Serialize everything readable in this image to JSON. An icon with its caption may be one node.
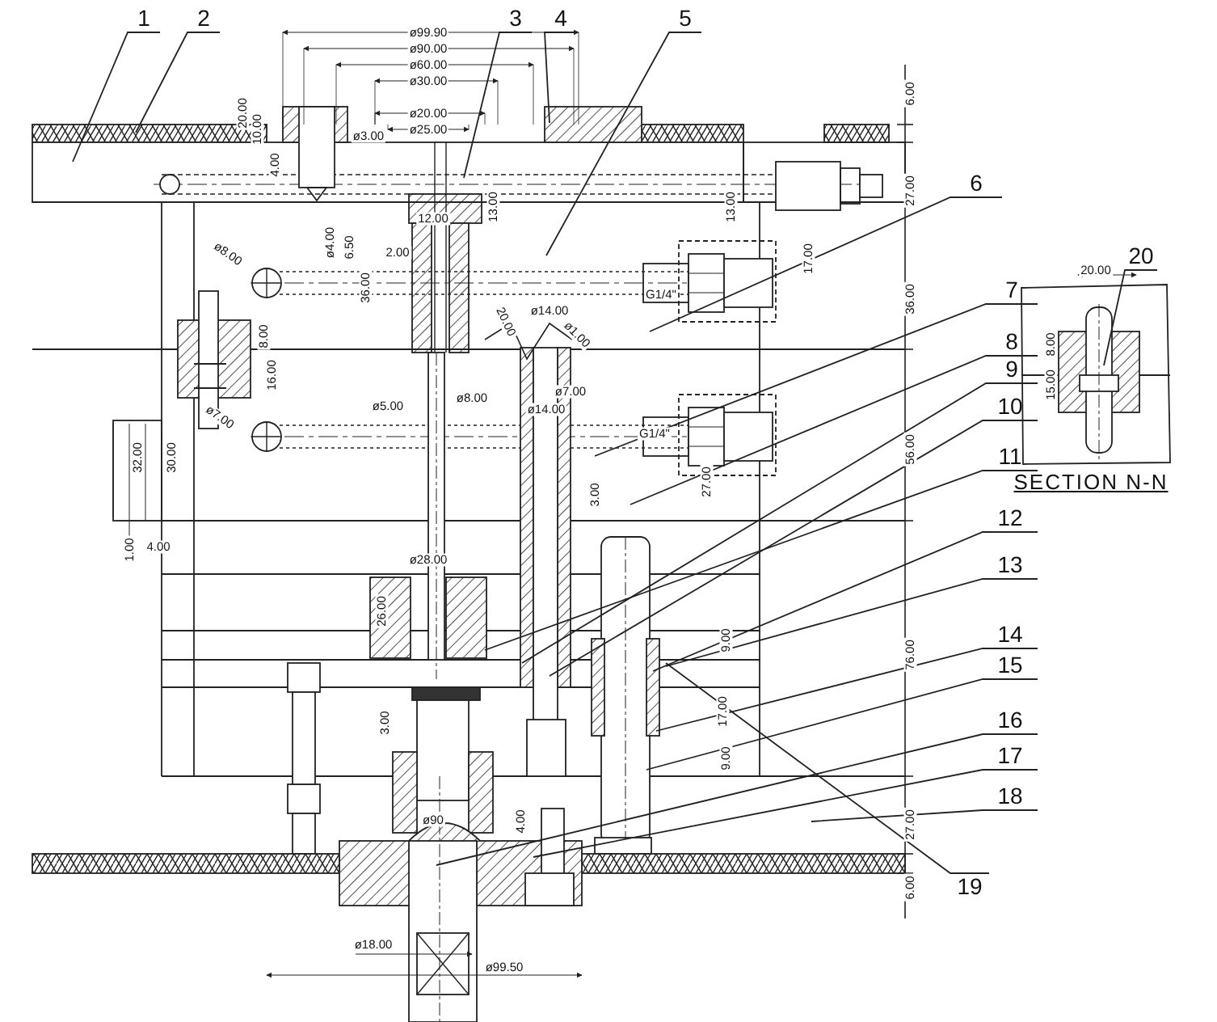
{
  "diagram": {
    "nodes": [
      {
        "text": [
          "1"
        ]
      },
      {
        "text": [
          "2"
        ]
      },
      {
        "text": [
          "3"
        ]
      },
      {
        "text": [
          "4"
        ]
      },
      {
        "text": [
          "5"
        ]
      },
      {
        "text": [
          "6"
        ]
      },
      {
        "text": [
          "7"
        ]
      },
      {
        "text": [
          "8"
        ]
      },
      {
        "text": [
          "9"
        ]
      },
      {
        "text": [
          "10"
        ]
      },
      {
        "text": [
          "11"
        ]
      },
      {
        "text": [
          "12"
        ]
      },
      {
        "text": [
          "13"
        ]
      },
      {
        "text": [
          "14"
        ]
      },
      {
        "text": [
          "15"
        ]
      },
      {
        "text": [
          "16"
        ]
      },
      {
        "text": [
          "17"
        ]
      },
      {
        "text": [
          "18"
        ]
      },
      {
        "text": [
          "19"
        ]
      },
      {
        "text": [
          "20"
        ]
      }
    ],
    "edges": [
      {
        "from": 0,
        "to": null,
        "arrow": "none"
      },
      {
        "from": 1,
        "to": null,
        "arrow": "none"
      },
      {
        "from": 2,
        "to": null,
        "arrow": "none"
      },
      {
        "from": 3,
        "to": null,
        "arrow": "none"
      },
      {
        "from": 4,
        "to": null,
        "arrow": "none"
      },
      {
        "from": 5,
        "to": null,
        "arrow": "none"
      },
      {
        "from": 6,
        "to": null,
        "arrow": "none"
      },
      {
        "from": 7,
        "to": null,
        "arrow": "none"
      },
      {
        "from": 8,
        "to": null,
        "arrow": "none"
      },
      {
        "from": 9,
        "to": null,
        "arrow": "none"
      },
      {
        "from": 10,
        "to": null,
        "arrow": "none"
      },
      {
        "from": 11,
        "to": null,
        "arrow": "none"
      },
      {
        "from": 12,
        "to": null,
        "arrow": "none"
      },
      {
        "from": 13,
        "to": null,
        "arrow": "none"
      },
      {
        "from": 14,
        "to": null,
        "arrow": "none"
      },
      {
        "from": 15,
        "to": null,
        "arrow": "none"
      },
      {
        "from": 16,
        "to": null,
        "arrow": "none"
      },
      {
        "from": 17,
        "to": null,
        "arrow": "none"
      },
      {
        "from": 18,
        "to": null,
        "arrow": "none"
      },
      {
        "from": 19,
        "to": null,
        "arrow": "none"
      }
    ],
    "labels": [
      "ø99.90",
      "ø90.00",
      "ø60.00",
      "ø30.00",
      "6.00",
      "ø20.00",
      "ø25.00",
      "20.00",
      "10.00",
      "ø3.00",
      "4.00",
      "27.00",
      "13.00",
      "13.00",
      "12.00",
      "ø4.00",
      "6.50",
      "2.00",
      "ø8.00",
      "17.00",
      "36.00",
      "36.00",
      "G1/4\"",
      "ø14.00",
      "20.00",
      "ø1.00",
      "8.00",
      "16.00",
      "ø5.00",
      "ø8.00",
      "ø7.00",
      "ø14.00",
      "ø7.00",
      "G1/4\"",
      "56.00",
      "32.00",
      "30.00",
      "27.00",
      "3.00",
      "1.00",
      "4.00",
      "ø28.00",
      "26.00",
      "9.00",
      "76.00",
      "17.00",
      "3.00",
      "9.00",
      "ø90",
      "4.00",
      "27.00",
      "6.00",
      "ø18.00",
      "ø99.50",
      "20.00",
      "8.00",
      "15.00",
      "SECTION N-N"
    ]
  }
}
